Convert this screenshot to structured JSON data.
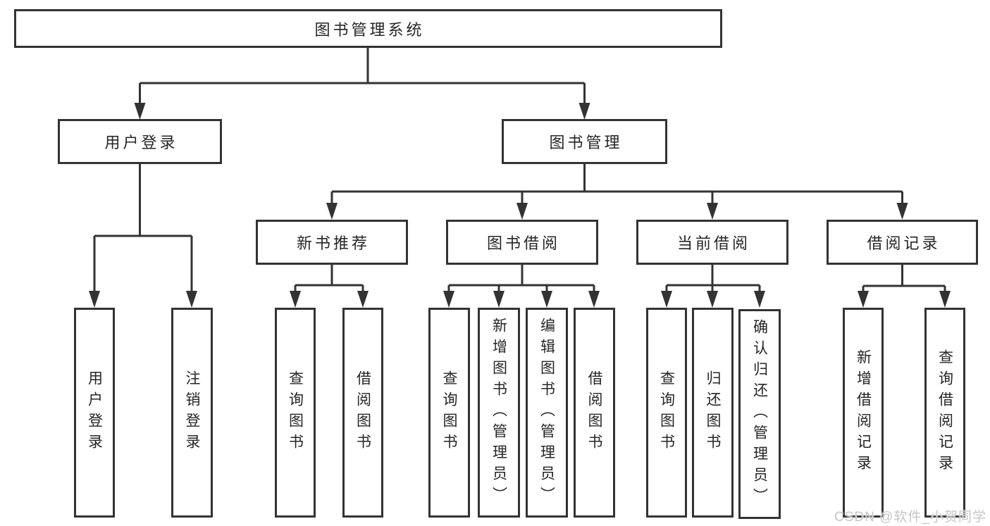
{
  "diagram": {
    "root": {
      "label": "图书管理系统"
    },
    "branches": [
      {
        "label": "用户登录",
        "children": [
          {
            "label": "用户登录"
          },
          {
            "label": "注销登录"
          }
        ]
      },
      {
        "label": "图书管理",
        "children": [
          {
            "label": "新书推荐",
            "children": [
              {
                "label": "查询图书"
              },
              {
                "label": "借阅图书"
              }
            ]
          },
          {
            "label": "图书借阅",
            "children": [
              {
                "label": "查询图书"
              },
              {
                "label": "新增图书（管理员）"
              },
              {
                "label": "编辑图书（管理员）"
              },
              {
                "label": "借阅图书"
              }
            ]
          },
          {
            "label": "当前借阅",
            "children": [
              {
                "label": "查询图书"
              },
              {
                "label": "归还图书"
              },
              {
                "label": "确认归还（管理员）"
              }
            ]
          },
          {
            "label": "借阅记录",
            "children": [
              {
                "label": "新增借阅记录"
              },
              {
                "label": "查询借阅记录"
              }
            ]
          }
        ]
      }
    ]
  },
  "watermark": {
    "text": "CSDN @软件_小贺同学"
  },
  "colors": {
    "line": "#333333",
    "box_border": "#333333",
    "text": "#262626",
    "background": "#ffffff",
    "watermark": "#c6c6c6"
  }
}
